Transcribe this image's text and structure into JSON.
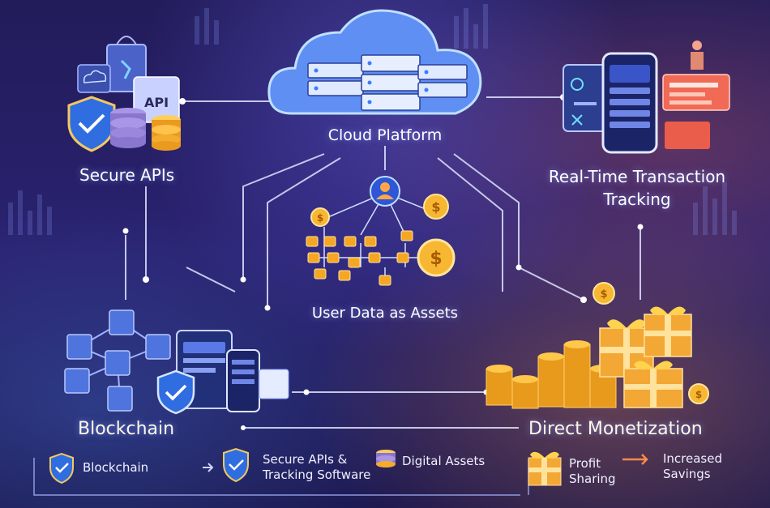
{
  "nodes": {
    "secure_apis": "Secure APIs",
    "api_sign": "API",
    "cloud_platform": "Cloud Platform",
    "realtime_tracking": "Real-Time Transaction Tracking",
    "user_data": "User Data as Assets",
    "blockchain": "Blockchain",
    "direct_monetization": "Direct Monetization"
  },
  "bottom_bar": {
    "item1": "Blockchain",
    "item2": "Secure APIs & Tracking Software",
    "item3": "Digital Assets",
    "item4": "Profit Sharing",
    "item5": "Increased Savings"
  },
  "colors": {
    "background": "#221c5a",
    "connector": "#dfe3ff",
    "coin": "#f5a623",
    "cube": "#4a6fd8",
    "shield": "#3d8bff",
    "cloud": "#6fa6ff"
  }
}
